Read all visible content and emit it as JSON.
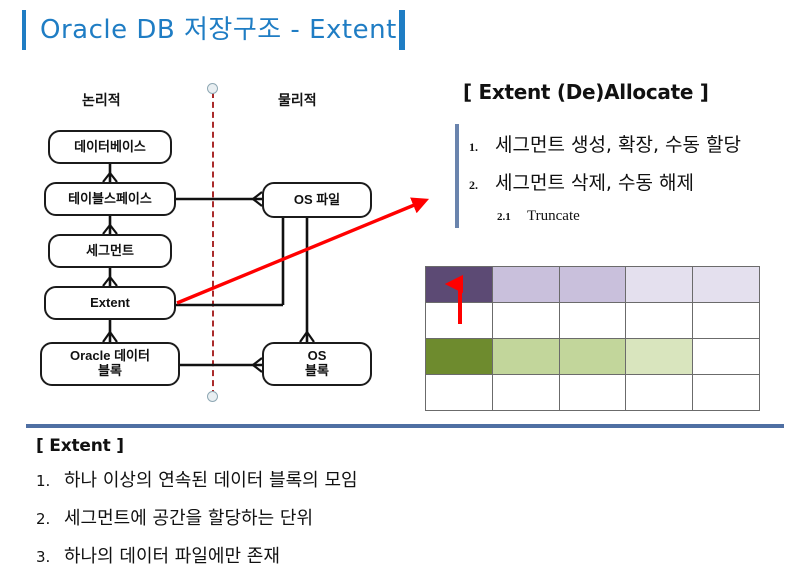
{
  "title": "Oracle DB 저장구조 - Extent",
  "accent_colors": {
    "title_blue": "#1f7dc4",
    "divider_blue": "#4f6fa3",
    "accent_bar_blue": "#6a84ad",
    "dashed_red": "#aa2b2b",
    "arrow_red": "#ff0000"
  },
  "diagram": {
    "headers": {
      "logical": "논리적",
      "physical": "물리적"
    },
    "boxes": {
      "database": "데이터베이스",
      "tablespace": "테이블스페이스",
      "segment": "세그먼트",
      "extent": "Extent",
      "oracle_block_line1": "Oracle 데이터",
      "oracle_block_line2": "블록",
      "os_file": "OS 파일",
      "os_block_line1": "OS",
      "os_block_line2": "블록"
    }
  },
  "allocate_panel": {
    "heading": "[ Extent (De)Allocate ]",
    "items": [
      {
        "num": "1.",
        "text": "세그먼트 생성, 확장, 수동 할당"
      },
      {
        "num": "2.",
        "text": "세그먼트 삭제, 수동 해제"
      },
      {
        "num": "2.1",
        "text": "Truncate"
      }
    ]
  },
  "chart_data": {
    "type": "heatmap",
    "title": "",
    "rows": 4,
    "columns": 5,
    "cells": [
      [
        "#5c4a74",
        "#c9c0dc",
        "#c9c0dc",
        "#e4e0ee",
        "#e4e0ee"
      ],
      [
        "#ffffff",
        "#ffffff",
        "#ffffff",
        "#ffffff",
        "#ffffff"
      ],
      [
        "#6e8b2e",
        "#c2d69b",
        "#c2d69b",
        "#d9e5be",
        "#ffffff"
      ],
      [
        "#ffffff",
        "#ffffff",
        "#ffffff",
        "#ffffff",
        "#ffffff"
      ]
    ],
    "annotations": [
      {
        "name": "grid-up-arrow",
        "color": "#ff0000",
        "cell_row": 1,
        "cell_col": 1
      }
    ]
  },
  "summary": {
    "heading": "[ Extent ]",
    "items": [
      {
        "num": "1.",
        "text": "하나 이상의 연속된 데이터 블록의 모임"
      },
      {
        "num": "2.",
        "text": "세그먼트에 공간을 할당하는 단위"
      },
      {
        "num": "3.",
        "text": "하나의 데이터 파일에만 존재"
      }
    ]
  }
}
